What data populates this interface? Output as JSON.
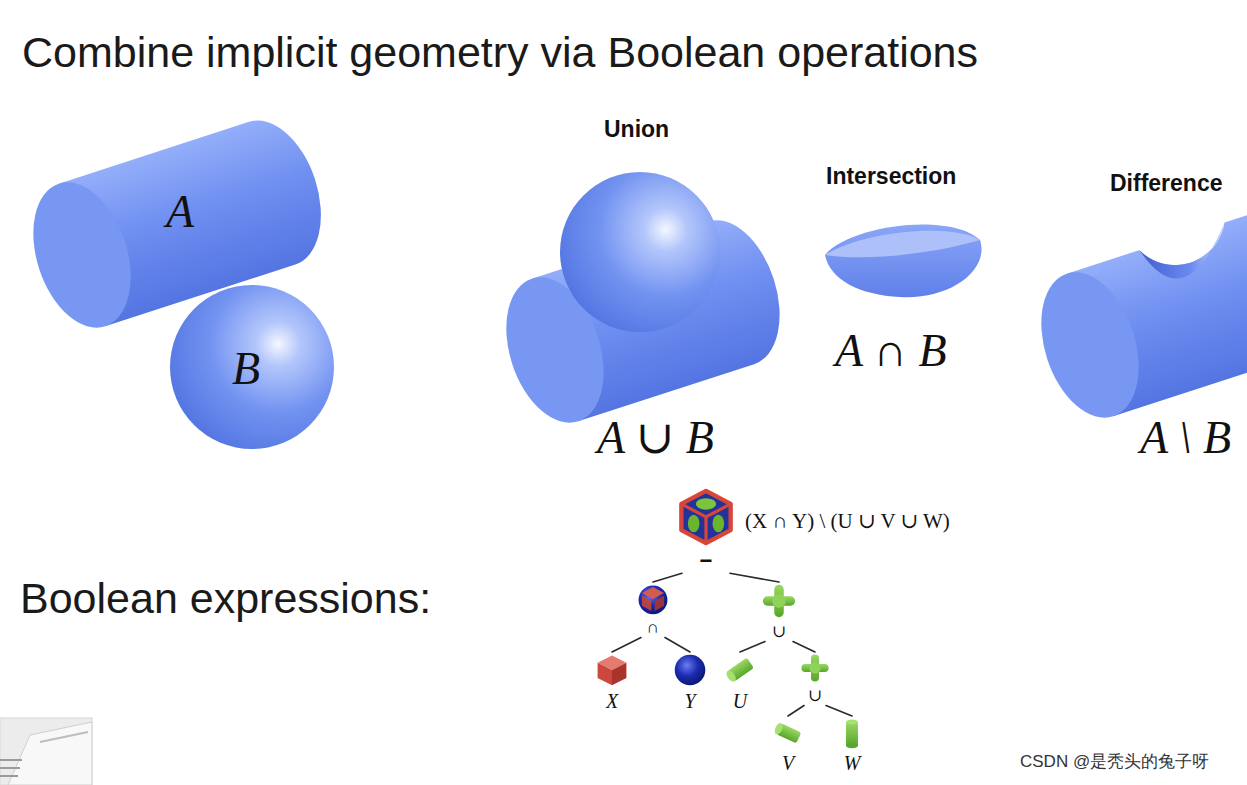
{
  "diagram": {
    "title": "Combine implicit geometry via Boolean operations",
    "nodes": [
      {
        "text": [
          "(X ∩ Y) \\ (U ∪ V ∪ W)",
          "−"
        ]
      },
      {
        "text": [
          "∩"
        ]
      },
      {
        "text": [
          "∪"
        ]
      },
      {
        "text": [
          "X"
        ]
      },
      {
        "text": [
          "Y"
        ]
      },
      {
        "text": [
          "U"
        ]
      },
      {
        "text": [
          "∪"
        ]
      },
      {
        "text": [
          "V"
        ]
      },
      {
        "text": [
          "W"
        ]
      }
    ],
    "edges": [
      {
        "from": 0,
        "to": 1,
        "arrow": "none"
      },
      {
        "from": 0,
        "to": 2,
        "arrow": "none"
      },
      {
        "from": 1,
        "to": 3,
        "arrow": "none"
      },
      {
        "from": 1,
        "to": 4,
        "arrow": "none"
      },
      {
        "from": 2,
        "to": 5,
        "arrow": "none"
      },
      {
        "from": 2,
        "to": 6,
        "arrow": "none"
      },
      {
        "from": 6,
        "to": 7,
        "arrow": "none"
      },
      {
        "from": 6,
        "to": 8,
        "arrow": "none"
      }
    ],
    "labels": [
      "A",
      "B",
      "Union",
      "A ∪ B",
      "Intersection",
      "A ∩ B",
      "Difference",
      "A \\ B",
      "Boolean expressions:",
      "CSDN @是秃头的兔子呀"
    ]
  }
}
